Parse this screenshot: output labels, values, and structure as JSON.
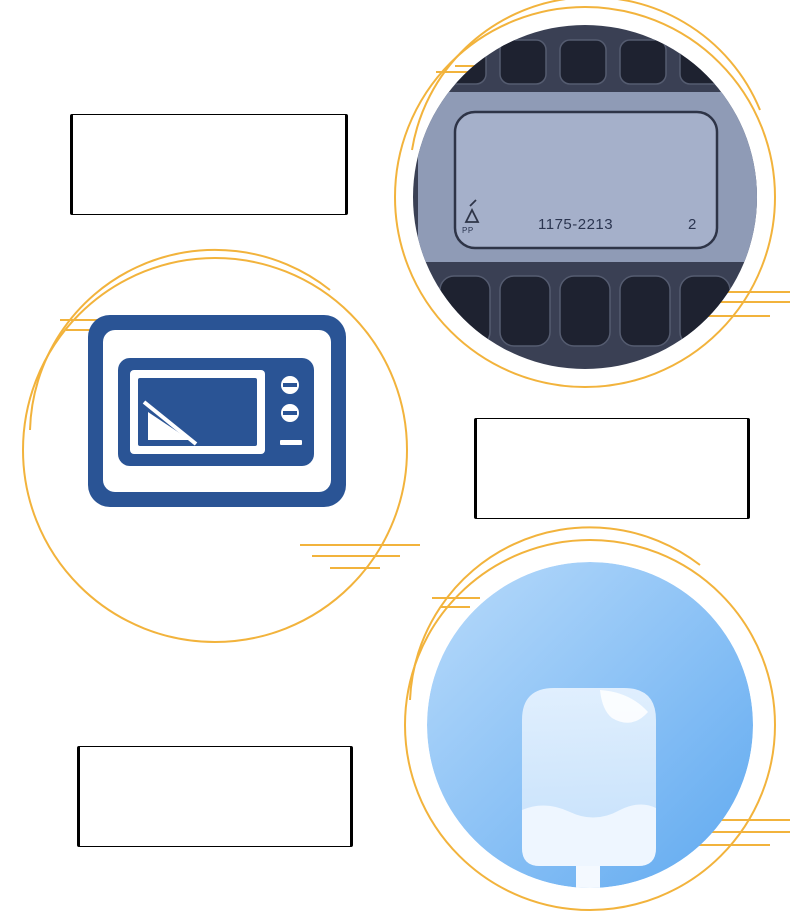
{
  "tray_photo": {
    "code": "1175-2213",
    "mold_number": "2",
    "recycle_mark": "PP"
  },
  "frames": [
    {
      "label": ""
    },
    {
      "label": ""
    },
    {
      "label": ""
    }
  ],
  "colors": {
    "ring": "#F2B33C",
    "microwave": "#2A5495",
    "tray": "#3C4256",
    "ice_bg": "#7FB9F3"
  },
  "icons": {
    "microwave": "microwave-icon",
    "popsicle": "popsicle-icon",
    "recycle": "recycle-icon"
  }
}
